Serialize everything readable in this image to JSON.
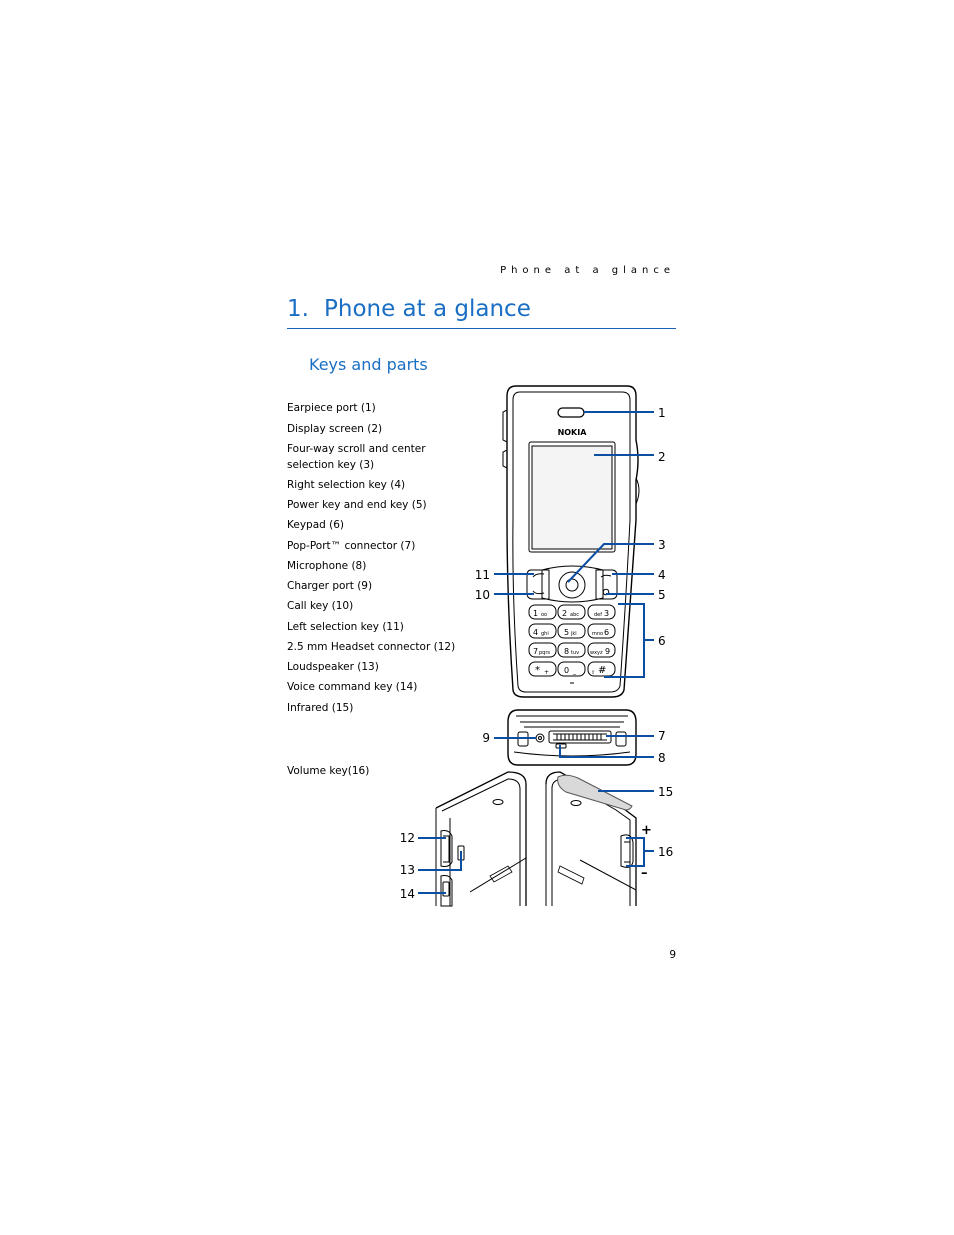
{
  "header": {
    "running_title": "Phone at a glance"
  },
  "chapter": {
    "number": "1.",
    "title": "Phone at a glance"
  },
  "section": {
    "title": "Keys and parts"
  },
  "parts": [
    {
      "label": "Earpiece port (1)"
    },
    {
      "label": "Display screen (2)"
    },
    {
      "label": "Four-way scroll and center"
    },
    {
      "label": "selection key (3)"
    },
    {
      "label": "Right selection key (4)"
    },
    {
      "label": "Power key and end key (5)"
    },
    {
      "label": "Keypad (6)"
    },
    {
      "label": "Pop-Port™ connector (7)"
    },
    {
      "label": "Microphone (8)"
    },
    {
      "label": "Charger port (9)"
    },
    {
      "label": "Call key (10)"
    },
    {
      "label": "Left selection key (11)"
    },
    {
      "label": "2.5 mm Headset connector (12)"
    },
    {
      "label": "Loudspeaker (13)"
    },
    {
      "label": "Voice command key (14)"
    },
    {
      "label": "Infrared (15)"
    },
    {
      "label": "Volume key(16)"
    }
  ],
  "figure": {
    "brand": "NOKIA",
    "callouts": [
      "1",
      "2",
      "3",
      "4",
      "5",
      "6",
      "7",
      "8",
      "9",
      "10",
      "11",
      "12",
      "13",
      "14",
      "15",
      "16"
    ],
    "volume_plus": "+",
    "volume_minus": "–",
    "keys": [
      {
        "digit": "1",
        "letters": "oo"
      },
      {
        "digit": "2",
        "letters": "abc"
      },
      {
        "digit": "3",
        "letters": "def"
      },
      {
        "digit": "4",
        "letters": "ghi"
      },
      {
        "digit": "5",
        "letters": "jkl"
      },
      {
        "digit": "6",
        "letters": "mno"
      },
      {
        "digit": "7",
        "letters": "pqrs"
      },
      {
        "digit": "8",
        "letters": "tuv"
      },
      {
        "digit": "9",
        "letters": "wxyz"
      },
      {
        "digit": "*",
        "letters": "+"
      },
      {
        "digit": "0",
        "letters": "_"
      },
      {
        "digit": "#",
        "letters": "⇧"
      }
    ]
  },
  "page_number": "9",
  "accent_color": "#1a6ec4",
  "line_color": "#0b4ea2"
}
